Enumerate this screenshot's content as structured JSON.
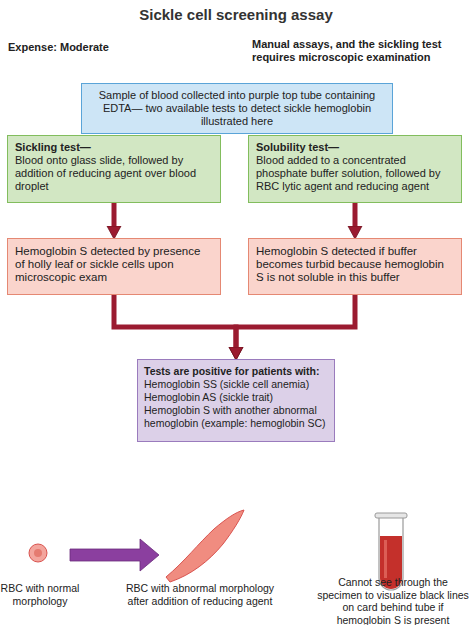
{
  "diagram": {
    "title": "Sickle cell screening assay",
    "nodes": [
      {
        "text": [
          "Sample of blood collected into purple top tube containing EDTA— two available tests to detect sickle hemoglobin illustrated here"
        ]
      },
      {
        "text": [
          "Sickling test—",
          "Blood onto glass slide, followed by addition of reducing agent over blood droplet"
        ]
      },
      {
        "text": [
          "Solubility test—",
          "Blood added to a concentrated phosphate buffer solution, followed by RBC lytic agent and reducing agent"
        ]
      },
      {
        "text": [
          "Hemoglobin S detected by presence of holly leaf or sickle cells upon microscopic exam"
        ]
      },
      {
        "text": [
          "Hemoglobin S detected if buffer becomes turbid because hemoglobin S is not soluble in this buffer"
        ]
      },
      {
        "text": [
          "Tests are positive for patients with:",
          "Hemoglobin SS (sickle cell anemia)",
          "Hemoglobin AS (sickle trait)",
          "Hemoglobin S with another abnormal hemoglobin (example: hemoglobin SC)"
        ]
      }
    ],
    "edges": [
      {
        "from": 1,
        "to": 3,
        "arrow": "to"
      },
      {
        "from": 2,
        "to": 4,
        "arrow": "to"
      },
      {
        "from": 3,
        "to": 5,
        "arrow": "to"
      },
      {
        "from": 4,
        "to": 5,
        "arrow": "to"
      }
    ],
    "labels": [
      "Expense: Moderate",
      "Manual assays, and the sickling test requires microscopic examination",
      "RBC with normal morphology",
      "RBC with abnormal morphology after addition of reducing agent",
      "Cannot see through the specimen to visualize black lines on card behind tube if hemoglobin S is present"
    ]
  }
}
